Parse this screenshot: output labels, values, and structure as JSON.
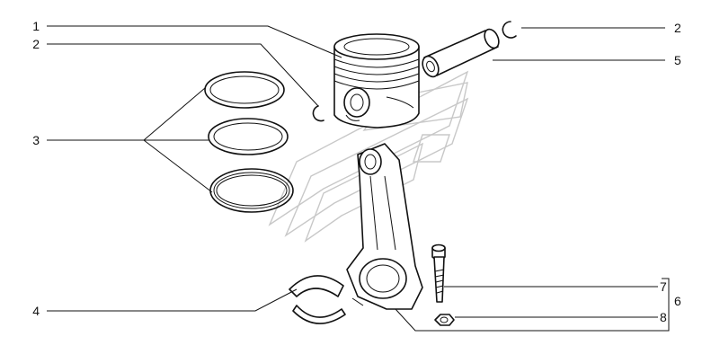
{
  "callouts": [
    {
      "id": "c1-left",
      "text": "1"
    },
    {
      "id": "c2-left",
      "text": "2"
    },
    {
      "id": "c3-left",
      "text": "3"
    },
    {
      "id": "c4-left",
      "text": "4"
    },
    {
      "id": "c2-right",
      "text": "2"
    },
    {
      "id": "c5-right",
      "text": "5"
    },
    {
      "id": "c7-right",
      "text": "7"
    },
    {
      "id": "c8-right",
      "text": "8"
    },
    {
      "id": "c6-right",
      "text": "6"
    }
  ],
  "colors": {
    "line": "#111111",
    "watermark": "#c8c8c8",
    "background": "#ffffff"
  }
}
